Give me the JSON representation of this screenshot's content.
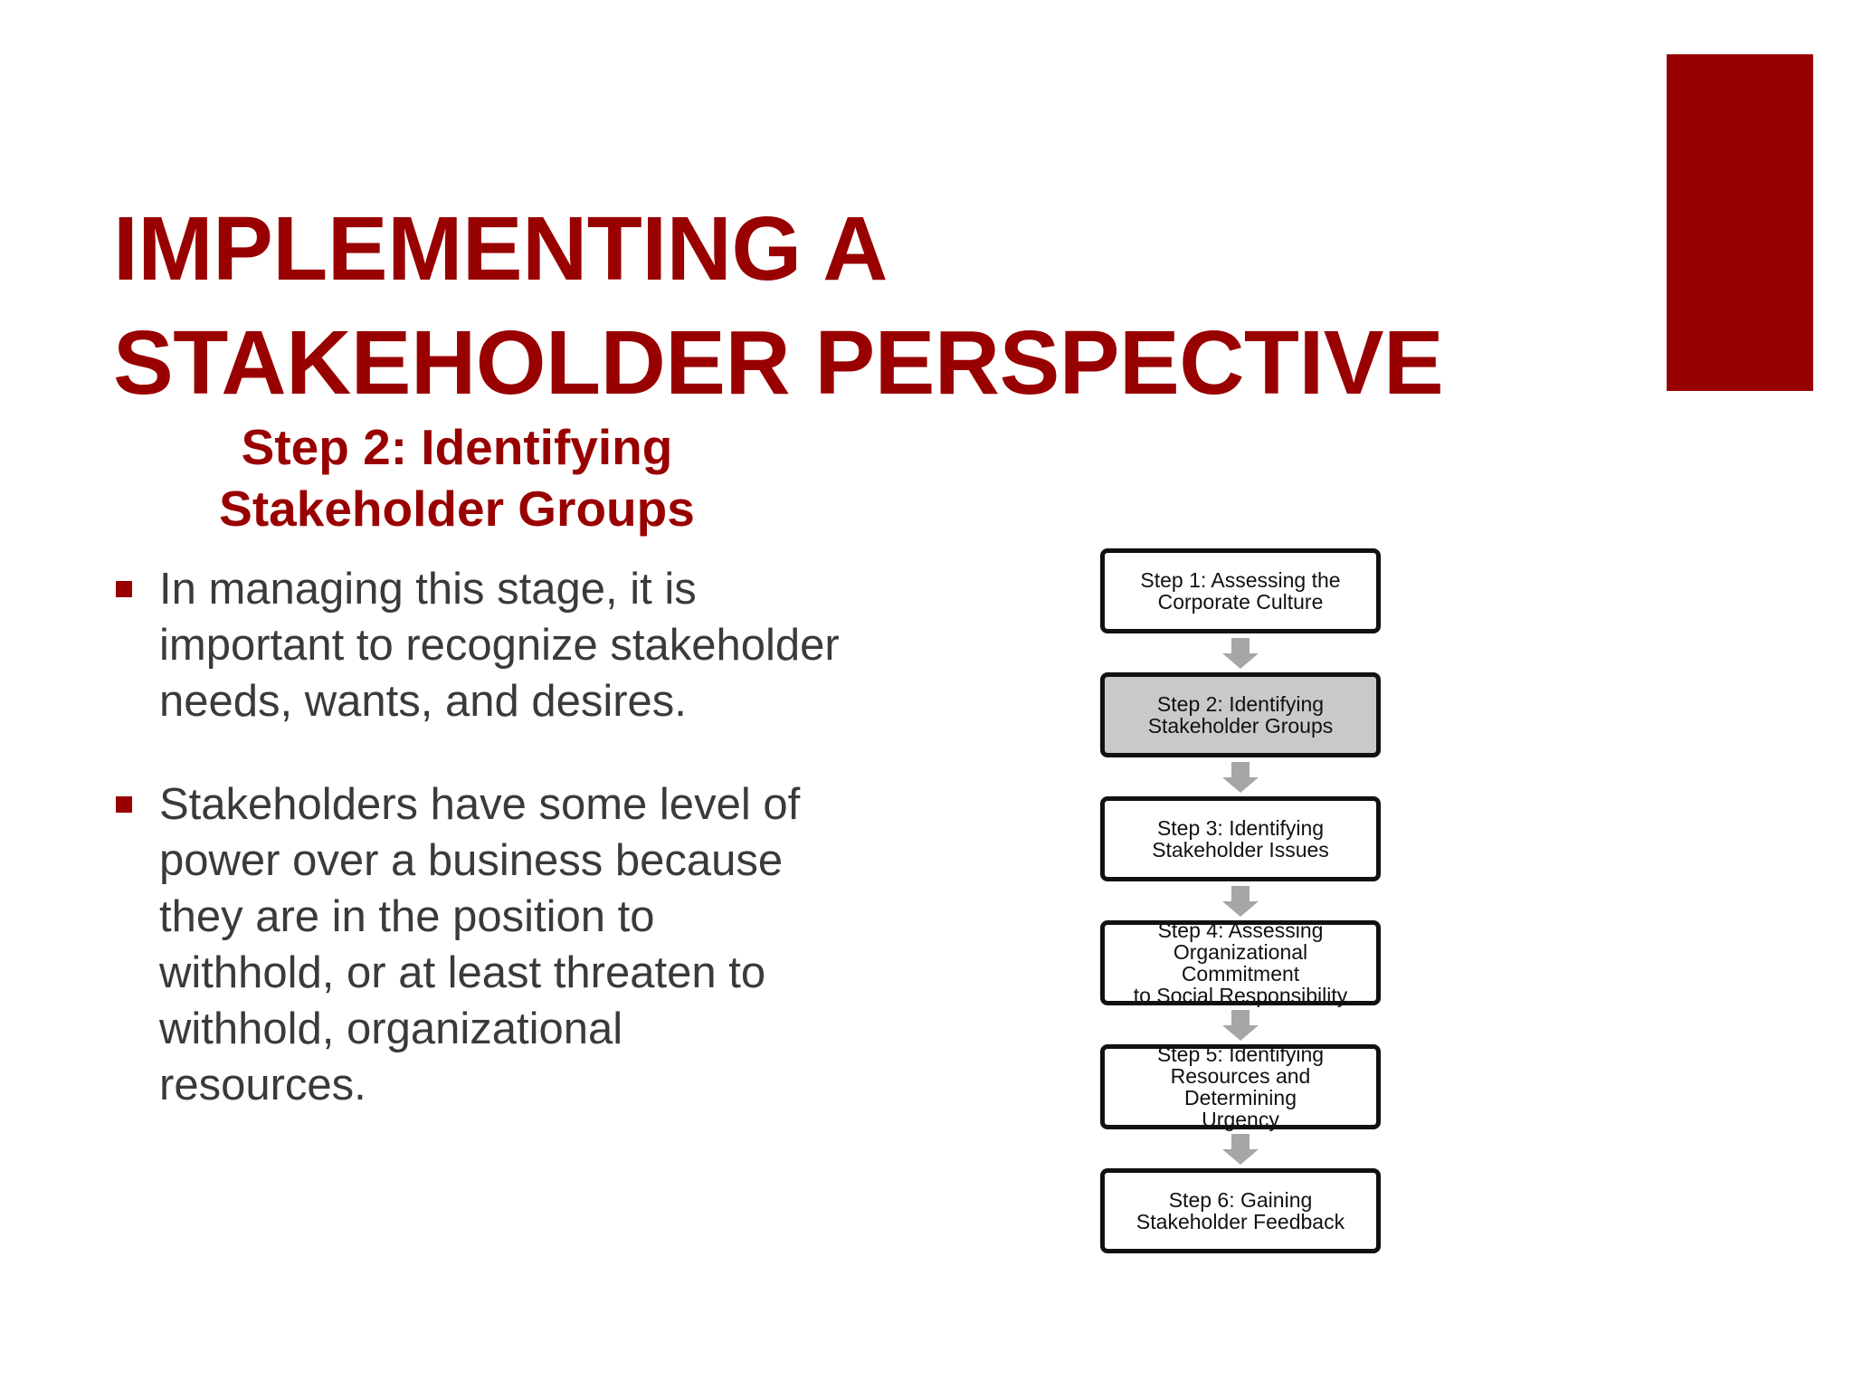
{
  "slide": {
    "title_lines": [
      "IMPLEMENTING A",
      "STAKEHOLDER PERSPECTIVE"
    ],
    "subtitle_lines": [
      "Step 2: Identifying",
      "Stakeholder Groups"
    ],
    "bullets": [
      "In managing this stage, it is important to recognize stakeholder needs, wants, and desires.",
      "Stakeholders have some level of power over a business because they are in the position to withhold, or at least threaten to withhold, organizational resources."
    ],
    "accent_color": "#990000"
  },
  "flowchart": {
    "steps": [
      {
        "label": "Step 1: Assessing the\nCorporate Culture",
        "highlighted": false
      },
      {
        "label": "Step 2: Identifying\nStakeholder Groups",
        "highlighted": true
      },
      {
        "label": "Step 3: Identifying\nStakeholder Issues",
        "highlighted": false
      },
      {
        "label": "Step 4: Assessing\nOrganizational Commitment\nto Social Responsibility",
        "highlighted": false
      },
      {
        "label": "Step 5: Identifying\nResources and Determining\nUrgency",
        "highlighted": false
      },
      {
        "label": "Step 6: Gaining\nStakeholder Feedback",
        "highlighted": false
      }
    ],
    "highlight_color": "#c9c9cb",
    "arrow_color": "#a6a6a6"
  }
}
